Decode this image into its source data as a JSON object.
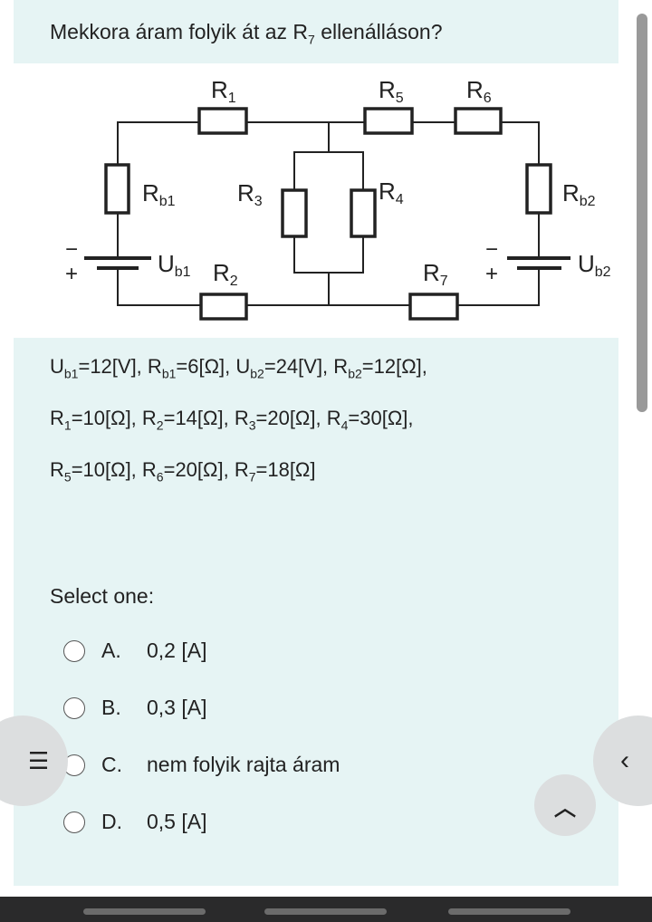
{
  "question": {
    "text": "Mekkora áram folyik át az R",
    "sub": "7",
    "text2": " ellenálláson?"
  },
  "diagram": {
    "labels": {
      "R1": "R",
      "R1s": "1",
      "R5": "R",
      "R5s": "5",
      "R6": "R",
      "R6s": "6",
      "Rb1": "R",
      "Rb1s": "b1",
      "R3": "R",
      "R3s": "3",
      "R4": "R",
      "R4s": "4",
      "Rb2": "R",
      "Rb2s": "b2",
      "Ub1": "U",
      "Ub1s": "b1",
      "R2": "R",
      "R2s": "2",
      "R7": "R",
      "R7s": "7",
      "Ub2": "U",
      "Ub2s": "b2",
      "minus": "−",
      "plus": "+"
    }
  },
  "given": [
    [
      [
        "U",
        "b1",
        "=12[V], "
      ],
      [
        "R",
        "b1",
        "=6[Ω], "
      ],
      [
        "U",
        "b2",
        "=24[V], "
      ],
      [
        "R",
        "b2",
        "=12[Ω],"
      ]
    ],
    [
      [
        "R",
        "1",
        "=10[Ω], "
      ],
      [
        "R",
        "2",
        "=14[Ω], "
      ],
      [
        "R",
        "3",
        "=20[Ω], "
      ],
      [
        "R",
        "4",
        "=30[Ω],"
      ]
    ],
    [
      [
        "R",
        "5",
        "=10[Ω], "
      ],
      [
        "R",
        "6",
        "=20[Ω], "
      ],
      [
        "R",
        "7",
        "=18[Ω]"
      ]
    ]
  ],
  "select_label": "Select one:",
  "options": [
    {
      "letter": "A.",
      "text": "0,2 [A]"
    },
    {
      "letter": "B.",
      "text": "0,3 [A]"
    },
    {
      "letter": "C.",
      "text": "nem folyik rajta áram"
    },
    {
      "letter": "D.",
      "text": "0,5 [A]"
    }
  ]
}
